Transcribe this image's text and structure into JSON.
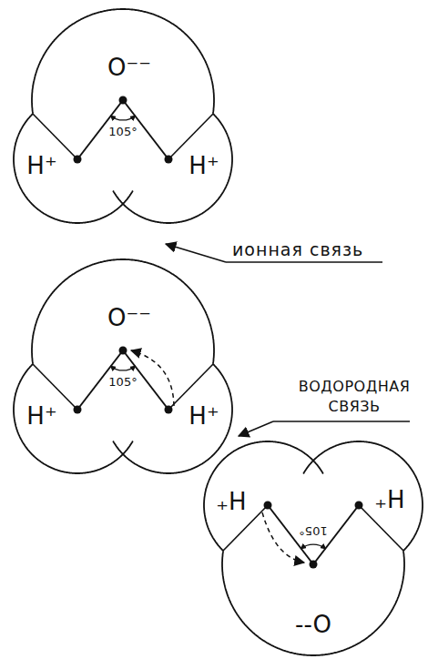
{
  "diagram": {
    "nodes": [
      {
        "text": [
          "O⁻⁻"
        ]
      },
      {
        "text": [
          "H⁺"
        ]
      },
      {
        "text": [
          "H⁺"
        ]
      },
      {
        "text": [
          "O⁻⁻"
        ]
      },
      {
        "text": [
          "H⁺"
        ]
      },
      {
        "text": [
          "H⁺"
        ]
      },
      {
        "text": [
          "₊H"
        ]
      },
      {
        "text": [
          "₊H"
        ]
      },
      {
        "text": [
          "--O"
        ]
      }
    ],
    "edges": [
      {
        "from": 0,
        "to": 1,
        "arrow": "none"
      },
      {
        "from": 0,
        "to": 2,
        "arrow": "none"
      },
      {
        "from": 3,
        "to": 4,
        "arrow": "none"
      },
      {
        "from": 3,
        "to": 5,
        "arrow": "none"
      },
      {
        "from": 6,
        "to": 8,
        "arrow": "none"
      },
      {
        "from": 7,
        "to": 8,
        "arrow": "none"
      },
      {
        "from": 5,
        "to": 3,
        "arrow": "to"
      },
      {
        "from": 6,
        "to": 8,
        "arrow": "to"
      }
    ],
    "labels": [
      "ионная связь",
      "ВОДОРОДНАЯ СВЯЗЬ",
      "105°",
      "105°",
      "105°"
    ]
  }
}
